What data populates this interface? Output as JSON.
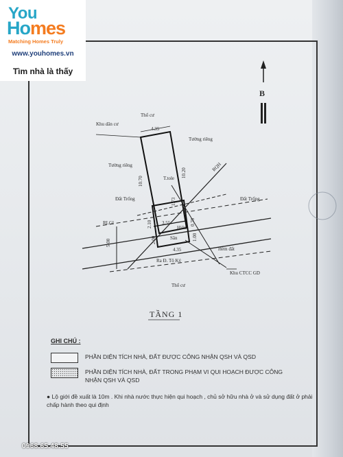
{
  "logo": {
    "brand_you": "You",
    "brand_homes_a": "Ho",
    "brand_homes_b": "mes",
    "tagline": "Matching Homes Truly",
    "url": "www.youhomes.vn",
    "slogan": "Tìm nhà là thấy"
  },
  "drawing": {
    "north_label": "B",
    "labels": {
      "tho_cu_top": "Thổ cư",
      "khu_dan_cu": "Khu dân cư",
      "tuong_rieng_right": "Tường riêng",
      "tuong_rieng_left": "Tường riêng",
      "dat_trong_left": "Đất Trống",
      "dat_trong_right": "Đất Trống",
      "t_tole": "T.tole",
      "hien": "Hiên",
      "san": "Sân",
      "rqh": "RQH",
      "ld_gioi": "RLGl",
      "hem_dat": "Hẻm đất",
      "ra_duong": "Ra Đ. Tô Ký",
      "khu_ctcc": "Khu CTCC GD",
      "tho_cu_bottom": "Thổ cư"
    },
    "dimensions": {
      "top_width": "4.35",
      "left_height": "10.70",
      "right_height": "10.20",
      "diag": "1.73",
      "inner_w": "3.55",
      "left_small_a": "2.10",
      "left_small_b": "2.00",
      "right_small_a": "0.70",
      "right_small_b": "1.00",
      "bottom_width": "4.35",
      "road_width": "5.00"
    },
    "floor_title": "TẦNG 1"
  },
  "legend": {
    "title": "GHI CHÚ :",
    "items": [
      {
        "text": "PHẦN DIỆN TÍCH NHÀ, ĐẤT ĐƯỢC CÔNG NHẬN QSH VÀ QSD"
      },
      {
        "text": "PHẦN DIỆN TÍCH NHÀ, ĐẤT TRONG PHẠM VI QUI HOẠCH ĐƯỢC CÔNG NHẬN QSH VÀ QSD"
      }
    ],
    "note": "Lộ giới đề xuất là 10m . Khi nhà nước thực hiện qui hoạch , chủ sở hữu nhà ở và sử dụng đất ở phải chấp hành theo qui định"
  },
  "watermark_phone": "0968.65.48.55"
}
